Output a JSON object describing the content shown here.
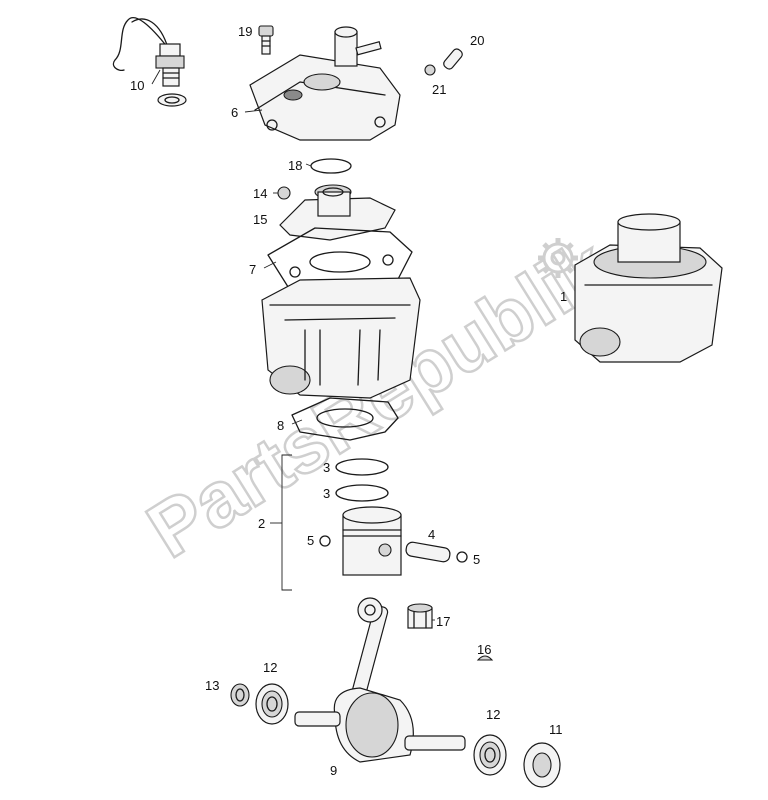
{
  "watermark": {
    "text": "PartsRepublik",
    "color": "#cccccc"
  },
  "callouts": [
    {
      "id": "c1",
      "text": "1"
    },
    {
      "id": "c2",
      "text": "2"
    },
    {
      "id": "c3a",
      "text": "3"
    },
    {
      "id": "c3b",
      "text": "3"
    },
    {
      "id": "c4",
      "text": "4"
    },
    {
      "id": "c5a",
      "text": "5"
    },
    {
      "id": "c5b",
      "text": "5"
    },
    {
      "id": "c6",
      "text": "6"
    },
    {
      "id": "c7",
      "text": "7"
    },
    {
      "id": "c8",
      "text": "8"
    },
    {
      "id": "c9",
      "text": "9"
    },
    {
      "id": "c10",
      "text": "10"
    },
    {
      "id": "c11",
      "text": "11"
    },
    {
      "id": "c12a",
      "text": "12"
    },
    {
      "id": "c12b",
      "text": "12"
    },
    {
      "id": "c13",
      "text": "13"
    },
    {
      "id": "c14",
      "text": "14"
    },
    {
      "id": "c15",
      "text": "15"
    },
    {
      "id": "c16",
      "text": "16"
    },
    {
      "id": "c17",
      "text": "17"
    },
    {
      "id": "c18",
      "text": "18"
    },
    {
      "id": "c19",
      "text": "19"
    },
    {
      "id": "c20",
      "text": "20"
    },
    {
      "id": "c21",
      "text": "21"
    }
  ],
  "icons": {
    "watermark_logo": "gear-icon"
  }
}
